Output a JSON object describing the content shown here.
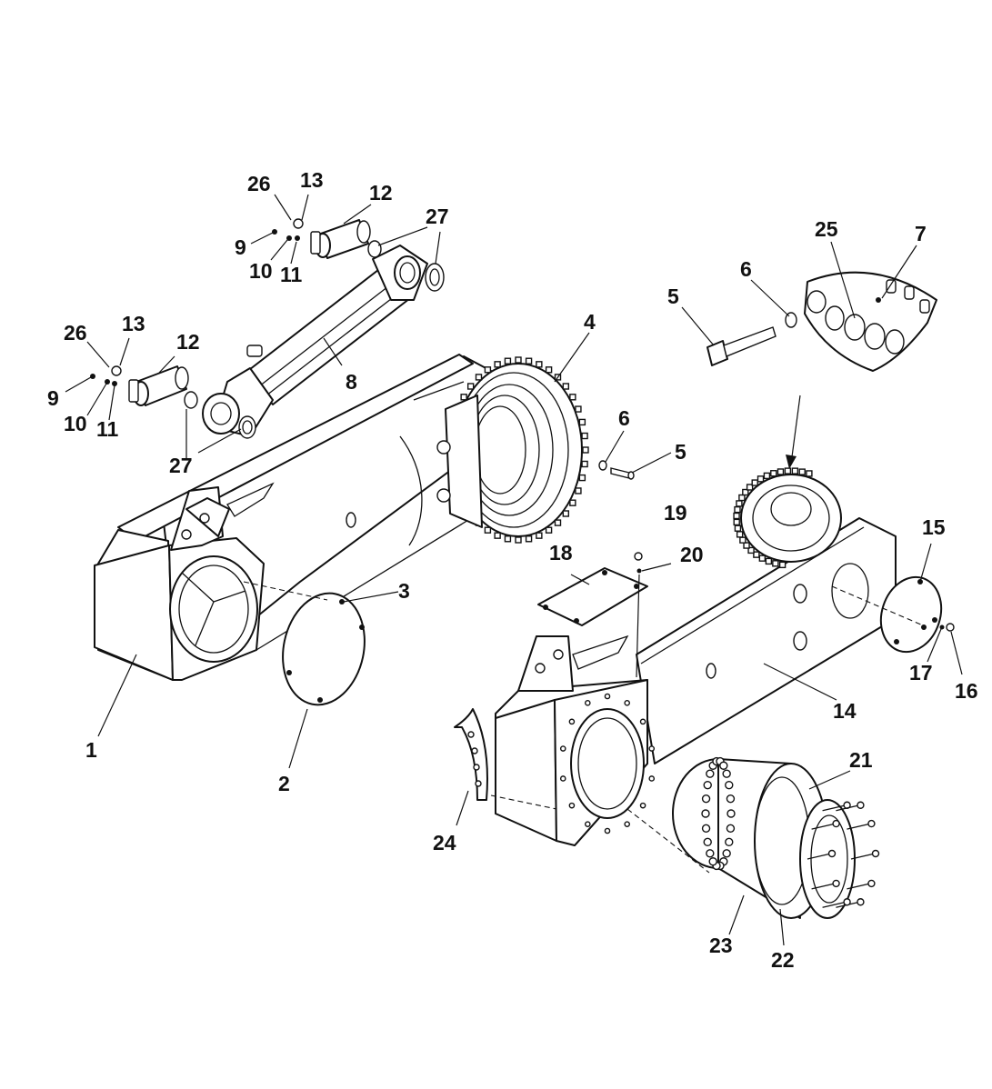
{
  "callouts": [
    {
      "id": "c1",
      "label": "1"
    },
    {
      "id": "c2",
      "label": "2"
    },
    {
      "id": "c3",
      "label": "3"
    },
    {
      "id": "c4",
      "label": "4"
    },
    {
      "id": "c5a",
      "label": "5"
    },
    {
      "id": "c5b",
      "label": "5"
    },
    {
      "id": "c6a",
      "label": "6"
    },
    {
      "id": "c6b",
      "label": "6"
    },
    {
      "id": "c7",
      "label": "7"
    },
    {
      "id": "c8",
      "label": "8"
    },
    {
      "id": "c9a",
      "label": "9"
    },
    {
      "id": "c9b",
      "label": "9"
    },
    {
      "id": "c10a",
      "label": "10"
    },
    {
      "id": "c10b",
      "label": "10"
    },
    {
      "id": "c11a",
      "label": "11"
    },
    {
      "id": "c11b",
      "label": "11"
    },
    {
      "id": "c12a",
      "label": "12"
    },
    {
      "id": "c12b",
      "label": "12"
    },
    {
      "id": "c13a",
      "label": "13"
    },
    {
      "id": "c13b",
      "label": "13"
    },
    {
      "id": "c14",
      "label": "14"
    },
    {
      "id": "c15",
      "label": "15"
    },
    {
      "id": "c16",
      "label": "16"
    },
    {
      "id": "c17",
      "label": "17"
    },
    {
      "id": "c18",
      "label": "18"
    },
    {
      "id": "c19",
      "label": "19"
    },
    {
      "id": "c20",
      "label": "20"
    },
    {
      "id": "c21",
      "label": "21"
    },
    {
      "id": "c22",
      "label": "22"
    },
    {
      "id": "c23",
      "label": "23"
    },
    {
      "id": "c24",
      "label": "24"
    },
    {
      "id": "c25",
      "label": "25"
    },
    {
      "id": "c26a",
      "label": "26"
    },
    {
      "id": "c26b",
      "label": "26"
    },
    {
      "id": "c27a",
      "label": "27"
    },
    {
      "id": "c27b",
      "label": "27"
    }
  ]
}
